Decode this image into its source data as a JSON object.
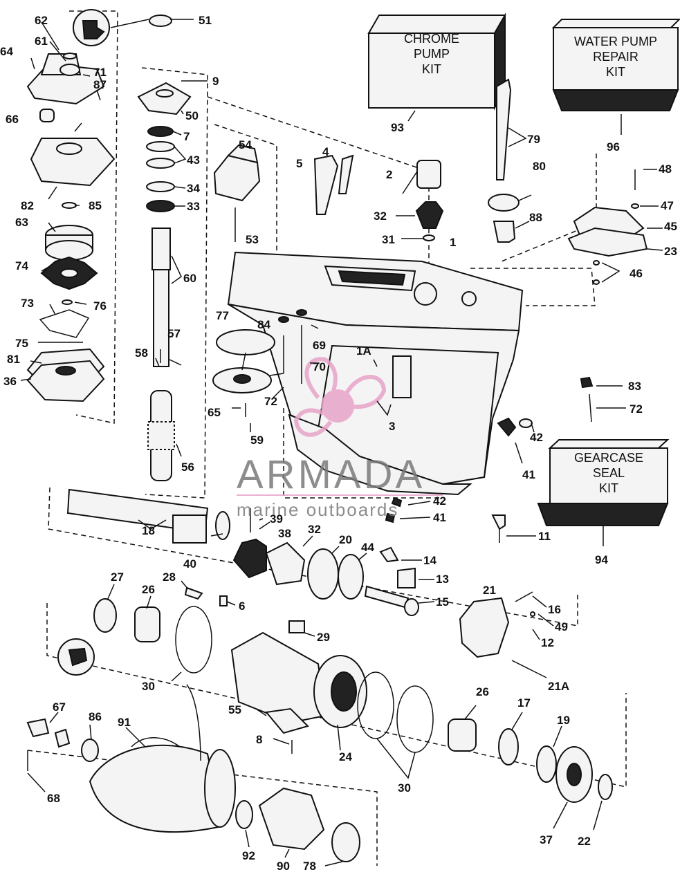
{
  "kits": {
    "chrome_pump_kit": [
      "CHROME",
      "PUMP",
      "KIT"
    ],
    "water_pump_repair_kit": [
      "WATER PUMP",
      "REPAIR",
      "KIT"
    ],
    "gearcase_seal_kit": [
      "GEARCASE",
      "SEAL",
      "KIT"
    ]
  },
  "kit_numbers": {
    "chrome_pump_kit": "93",
    "water_pump_repair_kit": "96",
    "gearcase_seal_kit": "94"
  },
  "watermark": {
    "brand": "ARMADA",
    "tagline": "marine outboards",
    "accent": "#e8a3c9"
  },
  "callouts": {
    "c1": "1",
    "c1a": "1A",
    "c2": "2",
    "c3": "3",
    "c4": "4",
    "c5": "5",
    "c6": "6",
    "c7": "7",
    "c8": "8",
    "c9": "9",
    "c11": "11",
    "c12": "12",
    "c13": "13",
    "c14": "14",
    "c15": "15",
    "c16": "16",
    "c17": "17",
    "c18": "18",
    "c19": "19",
    "c20": "20",
    "c21": "21",
    "c21a": "21A",
    "c22": "22",
    "c23": "23",
    "c24": "24",
    "c26a": "26",
    "c26b": "26",
    "c27": "27",
    "c28": "28",
    "c29": "29",
    "c30a": "30",
    "c30b": "30",
    "c31": "31",
    "c32a": "32",
    "c32b": "32",
    "c33": "33",
    "c34": "34",
    "c36": "36",
    "c37": "37",
    "c38": "38",
    "c39": "39",
    "c40": "40",
    "c41a": "41",
    "c41b": "41",
    "c42a": "42",
    "c42b": "42",
    "c43": "43",
    "c44": "44",
    "c45": "45",
    "c46": "46",
    "c47": "47",
    "c48": "48",
    "c49": "49",
    "c50": "50",
    "c51": "51",
    "c53": "53",
    "c54": "54",
    "c55": "55",
    "c56": "56",
    "c57": "57",
    "c58": "58",
    "c59": "59",
    "c60": "60",
    "c61": "61",
    "c62": "62",
    "c63": "63",
    "c64": "64",
    "c65": "65",
    "c66": "66",
    "c67": "67",
    "c68": "68",
    "c69": "69",
    "c70": "70",
    "c71": "71",
    "c72a": "72",
    "c72b": "72",
    "c73": "73",
    "c74": "74",
    "c75": "75",
    "c76": "76",
    "c77": "77",
    "c78": "78",
    "c79": "79",
    "c80": "80",
    "c81": "81",
    "c82": "82",
    "c83": "83",
    "c84": "84",
    "c85": "85",
    "c86": "86",
    "c87": "87",
    "c88": "88",
    "c90": "90",
    "c91": "91",
    "c92": "92"
  }
}
